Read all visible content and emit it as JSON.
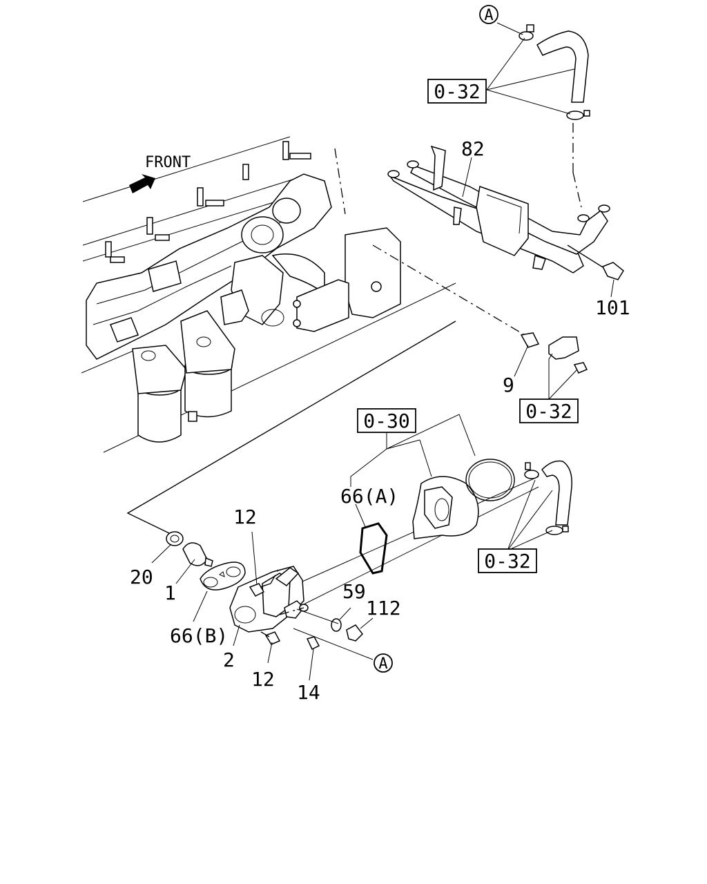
{
  "diagram": {
    "front_label": "FRONT",
    "callouts": {
      "a_top": "A",
      "a_bottom": "A"
    },
    "ref_boxes": {
      "ref_top": "0-32",
      "ref_mid": "0-32",
      "ref_030": "0-30",
      "ref_bottom": "0-32"
    },
    "parts": {
      "p82": "82",
      "p101": "101",
      "p9": "9",
      "p66a": "66(A)",
      "p12_top": "12",
      "p20": "20",
      "p1": "1",
      "p66b": "66(B)",
      "p2": "2",
      "p12_bottom": "12",
      "p14": "14",
      "p59": "59",
      "p112": "112"
    }
  }
}
